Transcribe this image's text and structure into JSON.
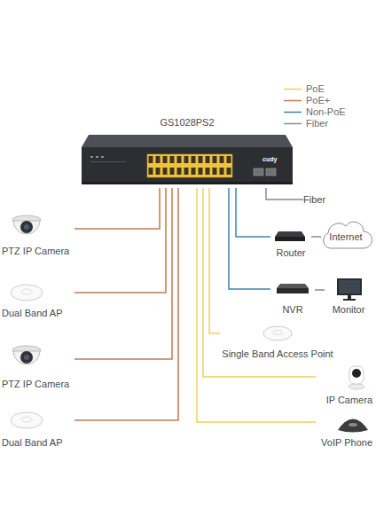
{
  "diagram": {
    "nodes": [
      {
        "text": [
          "GS1028PS2"
        ]
      },
      {
        "text": [
          "PTZ IP Camera"
        ]
      },
      {
        "text": [
          "Dual Band AP"
        ]
      },
      {
        "text": [
          "PTZ IP Camera"
        ]
      },
      {
        "text": [
          "Dual Band AP"
        ]
      },
      {
        "text": [
          "Single Band Access Point"
        ]
      },
      {
        "text": [
          "IP Camera"
        ]
      },
      {
        "text": [
          "VoIP Phone"
        ]
      },
      {
        "text": [
          "Router"
        ]
      },
      {
        "text": [
          "Internet"
        ]
      },
      {
        "text": [
          "NVR"
        ]
      },
      {
        "text": [
          "Monitor"
        ]
      },
      {
        "text": [
          "Fiber"
        ]
      }
    ],
    "edges": [
      {
        "from": 0,
        "to": 1,
        "arrow": "none"
      },
      {
        "from": 0,
        "to": 2,
        "arrow": "none"
      },
      {
        "from": 0,
        "to": 3,
        "arrow": "none"
      },
      {
        "from": 0,
        "to": 4,
        "arrow": "none"
      },
      {
        "from": 0,
        "to": 5,
        "arrow": "none"
      },
      {
        "from": 0,
        "to": 6,
        "arrow": "none"
      },
      {
        "from": 0,
        "to": 7,
        "arrow": "none"
      },
      {
        "from": 0,
        "to": 8,
        "arrow": "none"
      },
      {
        "from": 0,
        "to": 10,
        "arrow": "none"
      },
      {
        "from": 0,
        "to": 12,
        "arrow": "none"
      },
      {
        "from": 8,
        "to": 9,
        "arrow": "none"
      },
      {
        "from": 10,
        "to": 11,
        "arrow": "none"
      }
    ],
    "labels": [
      "cudy"
    ],
    "legend": [
      {
        "text": "PoE"
      },
      {
        "text": "PoE+"
      },
      {
        "text": "Non-PoE"
      },
      {
        "text": "Fiber"
      }
    ]
  }
}
